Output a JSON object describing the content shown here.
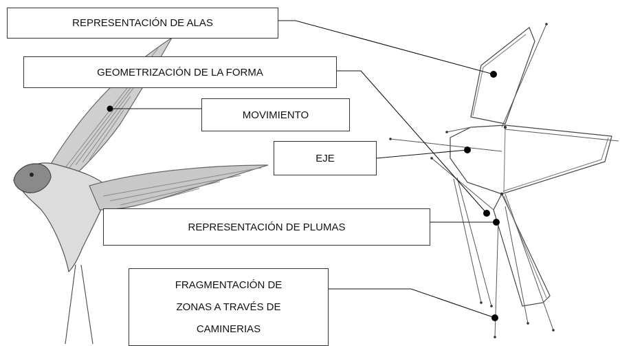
{
  "labels": {
    "alas": "REPRESENTACIÓN DE ALAS",
    "geometrizacion": "GEOMETRIZACIÓN DE LA FORMA",
    "movimiento": "MOVIMIENTO",
    "eje": "EJE",
    "plumas": "REPRESENTACIÓN DE PLUMAS",
    "fragmentacion": [
      "FRAGMENTACIÓN DE",
      "ZONAS A TRAVÉS DE",
      "CAMINERIAS"
    ]
  }
}
